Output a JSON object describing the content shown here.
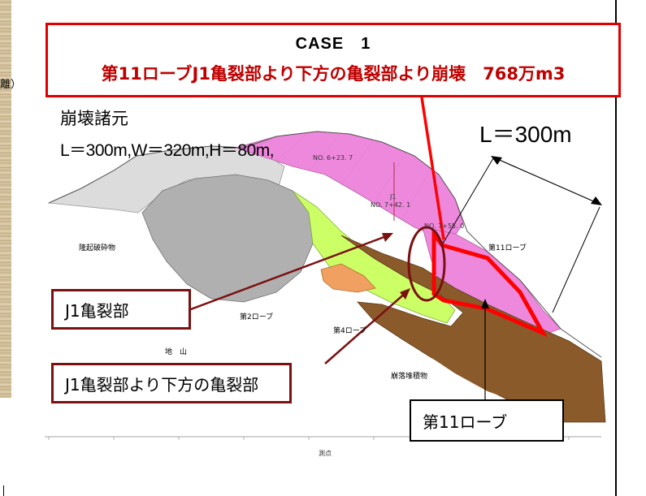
{
  "title": {
    "case": "CASE　1",
    "subtitle": "第11ローブJ1亀裂部より下方の亀裂部より崩壊　768万m3"
  },
  "specs": {
    "heading": "崩壊諸元",
    "dimensions": "L＝300m,W＝320m,H＝80m,"
  },
  "length_label": "L＝300m",
  "callouts": {
    "j1_crack": "J1亀裂部",
    "lower_crack": "J1亀裂部より下方の亀裂部",
    "lobe11": "第11ローブ"
  },
  "map_labels": {
    "uplift_debris": "隆起破砕物",
    "lobe2": "第2ローブ",
    "lobe4": "第4ローブ",
    "lobe11": "第11ローブ",
    "bedrock": "地　山",
    "collapse_deposit": "崩落堆積物",
    "j1": "J1",
    "j1_station": "NO. 7+42. 1",
    "station_upper": "NO. 6+23. 7",
    "station_lower": "NO. 7+55. 0",
    "axis_label": "測点"
  },
  "left_snippet": "離）",
  "colors": {
    "title_border": "#e00000",
    "title_text": "#c00000",
    "callout_border": "#7a1010",
    "pink_lobe": "#ee88dd",
    "green_lobe": "#ccff66",
    "gray_mass": "#b0b0b0",
    "light_gray": "#dcdcdc",
    "brown_bedrock": "#8b5a2b",
    "orange_lobe": "#f0a060",
    "collapse_outline": "#ff0000"
  }
}
